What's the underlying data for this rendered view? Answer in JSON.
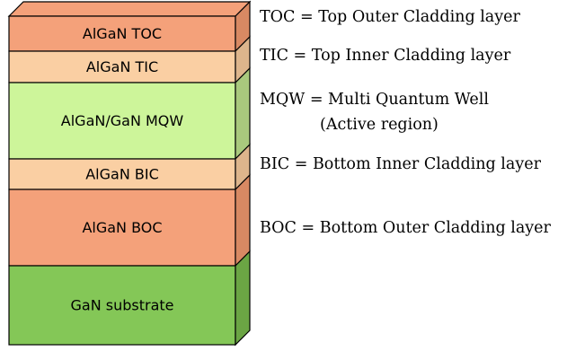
{
  "layers": [
    {
      "label": "AlGaN TOC",
      "front": "#F4A17A",
      "side": "#D88963"
    },
    {
      "label": "AlGaN TIC",
      "front": "#FACFA3",
      "side": "#DDB58C"
    },
    {
      "label": "AlGaN/GaN MQW",
      "front": "#CDF59A",
      "side": "#A9C97D"
    },
    {
      "label": "AlGaN BIC",
      "front": "#FACFA3",
      "side": "#DDB58C"
    },
    {
      "label": "AlGaN BOC",
      "front": "#F4A17A",
      "side": "#D88963"
    },
    {
      "label": "GaN substrate",
      "front": "#84C757",
      "side": "#6BA544"
    }
  ],
  "top_face_color": "#F4A17A",
  "outline_color": "#000000",
  "legend": [
    {
      "line1": "TOC = Top Outer Cladding layer"
    },
    {
      "line1": "TIC = Top Inner Cladding layer"
    },
    {
      "line1": "MQW = Multi Quantum Well",
      "line2": "(Active region)"
    },
    {
      "line1": "BIC = Bottom Inner Cladding layer"
    },
    {
      "line1": "BOC = Bottom Outer Cladding layer"
    }
  ]
}
